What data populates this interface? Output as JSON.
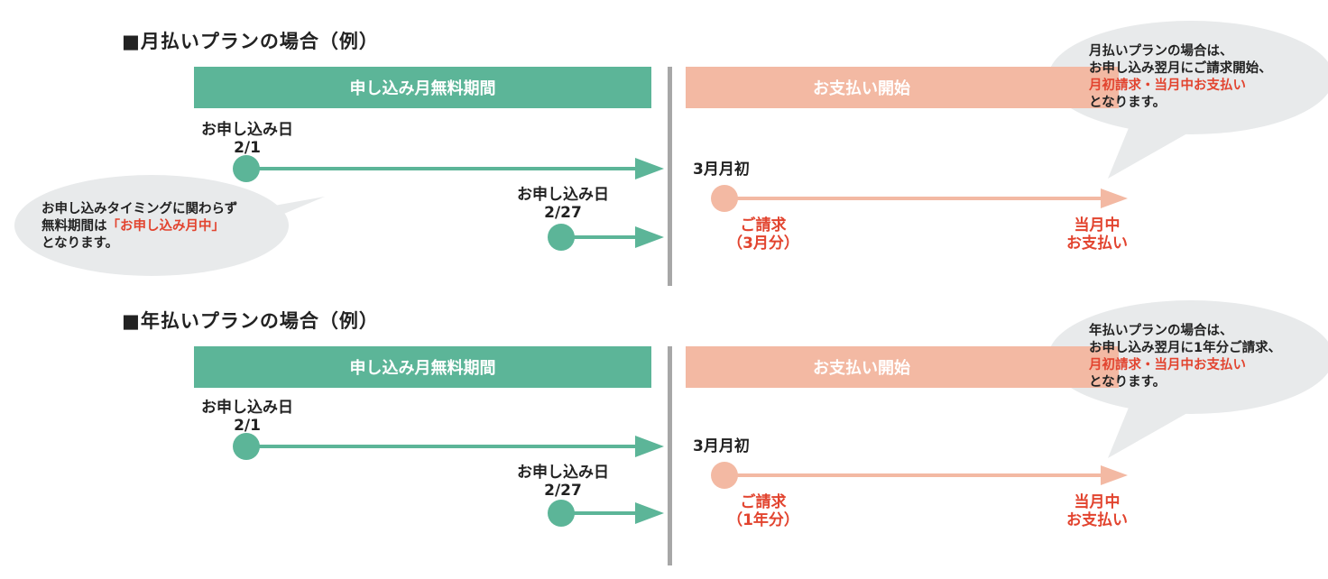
{
  "colors": {
    "green": "#5cb598",
    "pink": "#f3b9a3",
    "divider": "#a7a7a7",
    "red": "#e2442f",
    "bubble": "#e8eaeb"
  },
  "monthly": {
    "title": "■月払いプランの場合（例）",
    "free_band": "申し込み月無料期間",
    "pay_band": "お支払い開始",
    "start_label": "お申し込み日",
    "start_date": "2/1",
    "late_label": "お申し込み日",
    "late_date": "2/27",
    "month_start": "3月月初",
    "billing": "ご請求",
    "billing_sub": "（3月分）",
    "payment_line1": "当月中",
    "payment_line2": "お支払い",
    "left_bubble": {
      "line1": "お申し込みタイミングに関わらず",
      "line2_prefix": "無料期間は",
      "line2_highlight": "「お申し込み月中」",
      "line3": "となります。"
    },
    "right_bubble": {
      "line1": "月払いプランの場合は、",
      "line2": "お申し込み翌月にご請求開始、",
      "line3_highlight": "月初請求・当月中お支払い",
      "line4": "となります。"
    }
  },
  "annual": {
    "title": "■年払いプランの場合（例）",
    "free_band": "申し込み月無料期間",
    "pay_band": "お支払い開始",
    "start_label": "お申し込み日",
    "start_date": "2/1",
    "late_label": "お申し込み日",
    "late_date": "2/27",
    "month_start": "3月月初",
    "billing": "ご請求",
    "billing_sub": "（1年分）",
    "payment_line1": "当月中",
    "payment_line2": "お支払い",
    "right_bubble": {
      "line1": "年払いプランの場合は、",
      "line2": "お申し込み翌月に1年分ご請求、",
      "line3_highlight": "月初請求・当月中お支払い",
      "line4": "となります。"
    }
  }
}
